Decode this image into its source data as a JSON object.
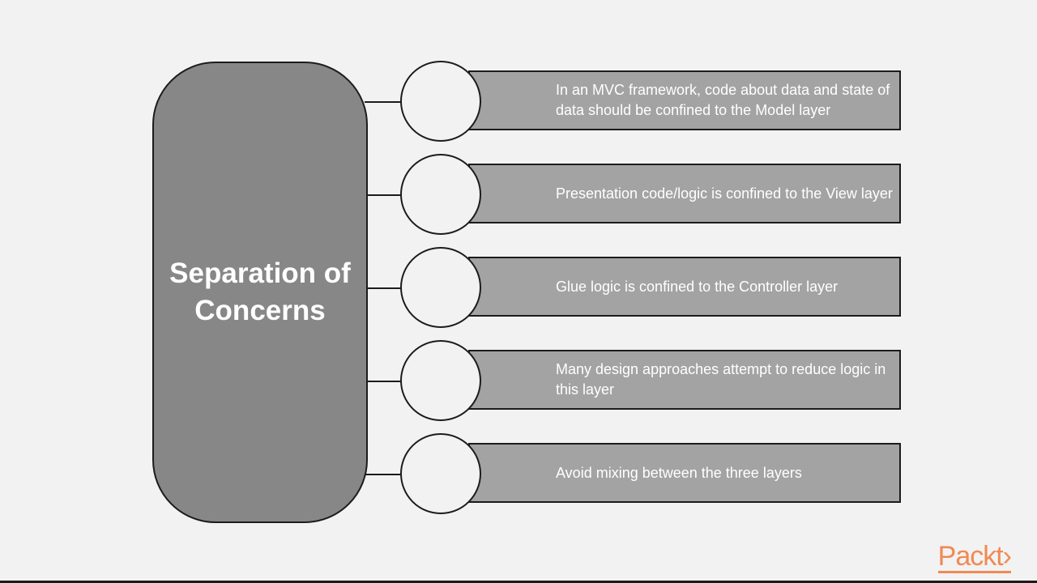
{
  "diagram": {
    "title": "Separation of Concerns",
    "items": [
      {
        "text": "In an MVC framework, code about data and state of data should be confined to the Model layer"
      },
      {
        "text": "Presentation code/logic is confined to the View layer"
      },
      {
        "text": "Glue logic is confined to the Controller layer"
      },
      {
        "text": "Many design approaches attempt to reduce logic in this layer"
      },
      {
        "text": "Avoid mixing between the three layers"
      }
    ]
  },
  "brand": {
    "logo_text": "Packt›",
    "color": "#f08a54"
  },
  "colors": {
    "background": "#f2f2f2",
    "title_block": "#878787",
    "item_box": "#a3a3a3",
    "outline": "#1c1c1c",
    "text": "#ffffff"
  }
}
